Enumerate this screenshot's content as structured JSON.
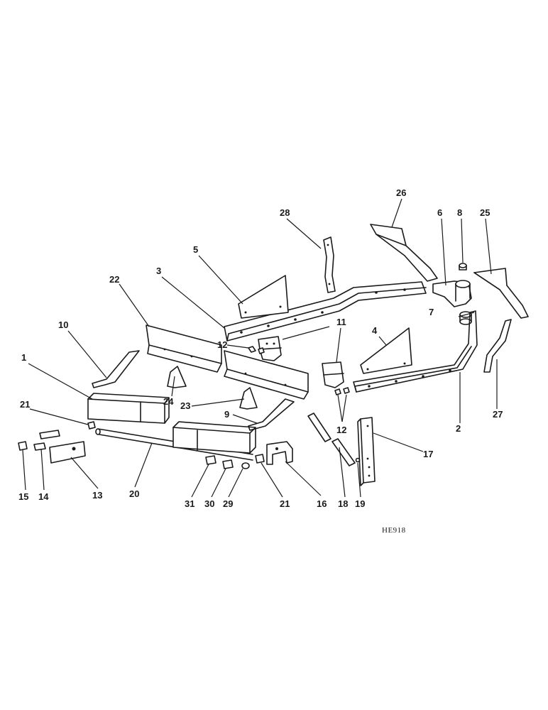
{
  "drawing_code": "HE918",
  "callouts": {
    "c1": "1",
    "c2": "2",
    "c3": "3",
    "c4": "4",
    "c5": "5",
    "c6": "6",
    "c7": "7",
    "c8": "8",
    "c9": "9",
    "c10": "10",
    "c11": "11",
    "c12a": "12",
    "c12b": "12",
    "c13": "13",
    "c14": "14",
    "c15": "15",
    "c16": "16",
    "c17": "17",
    "c18": "18",
    "c19": "19",
    "c20": "20",
    "c21a": "21",
    "c21b": "21",
    "c22": "22",
    "c23": "23",
    "c24": "24",
    "c25": "25",
    "c26": "26",
    "c27": "27",
    "c28": "28",
    "c29": "29",
    "c30": "30",
    "c31": "31"
  }
}
